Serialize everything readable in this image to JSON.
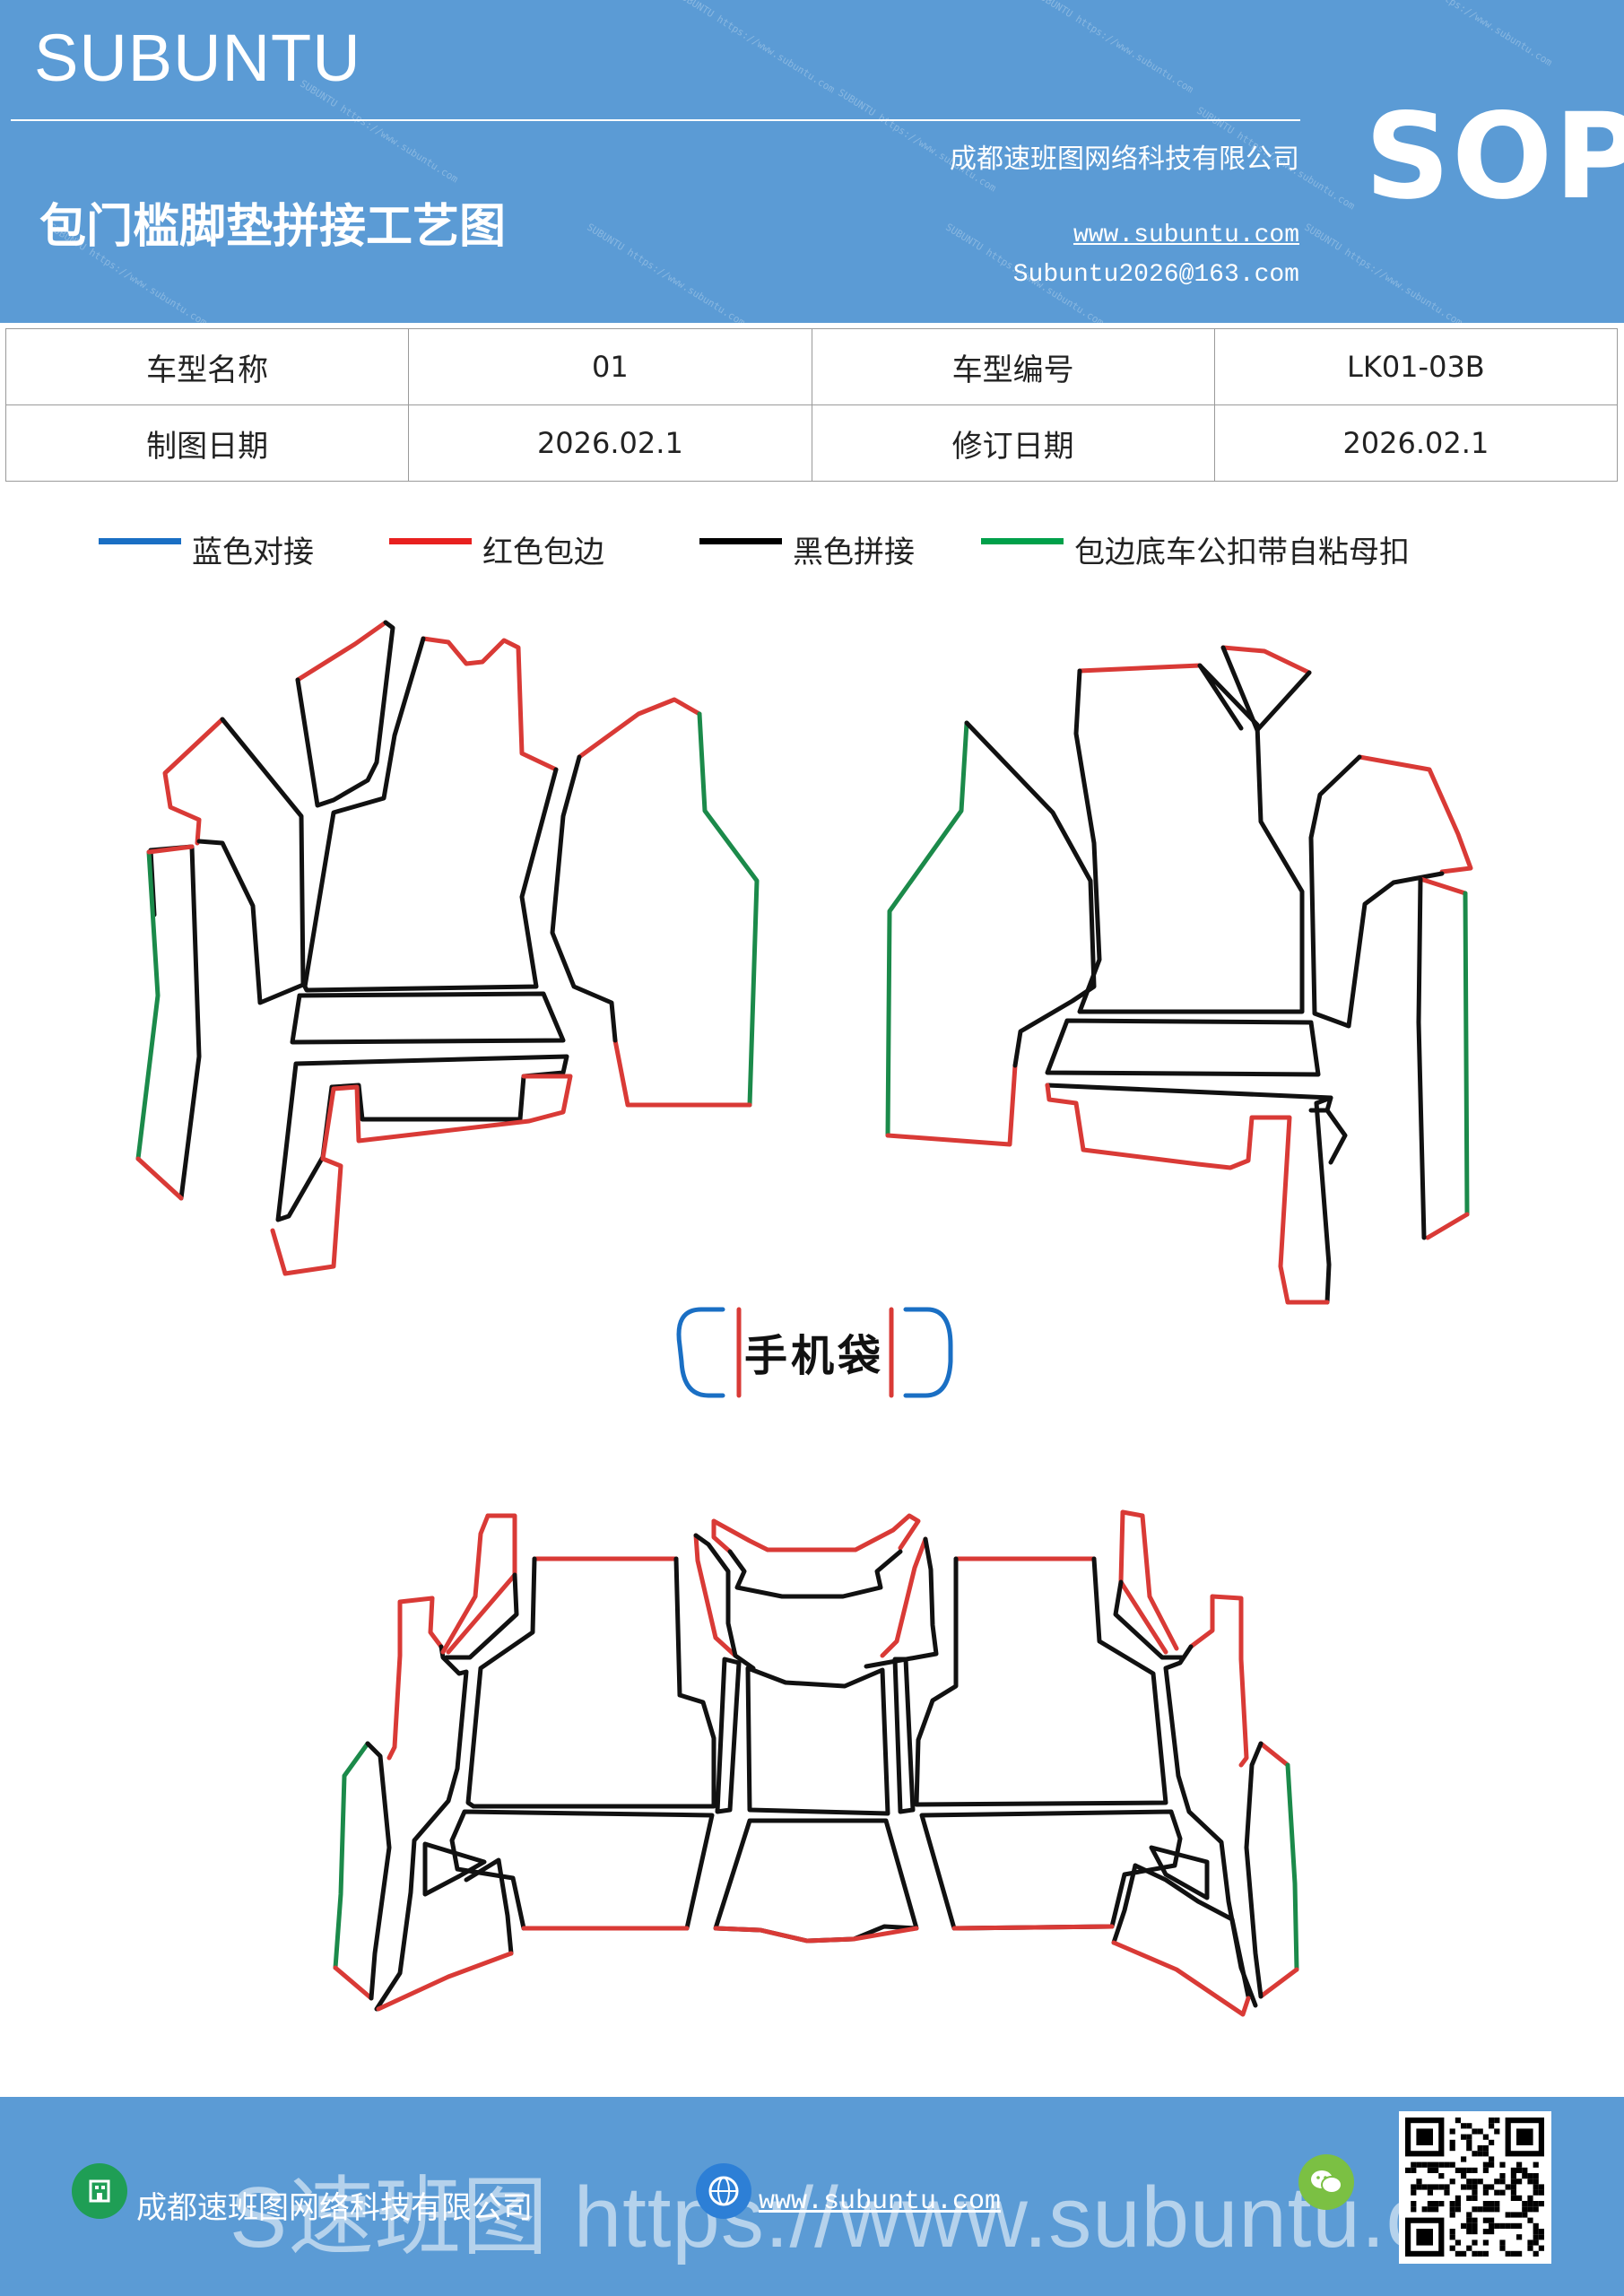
{
  "header": {
    "brand": "SUBUNTU",
    "title": "包门槛脚垫拼接工艺图",
    "company": "成都速班图网络科技有限公司",
    "website": "www.subuntu.com",
    "email": "Subuntu2026@163.com",
    "badge": "SOP"
  },
  "info_table": {
    "rows": [
      [
        {
          "text": "车型名称",
          "label": true
        },
        {
          "text": "01"
        },
        {
          "text": "车型编号",
          "label": true
        },
        {
          "text": "LK01-03B"
        }
      ],
      [
        {
          "text": "制图日期",
          "label": true
        },
        {
          "text": "2026.02.1"
        },
        {
          "text": "修订日期",
          "label": true
        },
        {
          "text": "2026.02.1"
        }
      ]
    ]
  },
  "legend": [
    {
      "label": "蓝色对接",
      "color": "#1a6fc4"
    },
    {
      "label": "红色包边",
      "color": "#e8201f"
    },
    {
      "label": "黑色拼接",
      "color": "#000000"
    },
    {
      "label": "包边底车公扣带自粘母扣",
      "color": "#00a04a"
    }
  ],
  "diagram": {
    "phone_pocket_label": "手机袋"
  },
  "colors": {
    "header_bg": "#5b9bd5",
    "edge_blue": "#1a6fc4",
    "edge_red": "#d93a36",
    "edge_black": "#111111",
    "edge_green": "#1b8a4a"
  },
  "footer": {
    "company": "成都速班图网络科技有限公司",
    "website": "www.subuntu.com",
    "watermark_text": "S速班图 https://www.subuntu.com",
    "icons": [
      "building-icon",
      "globe-icon",
      "wechat-icon"
    ]
  }
}
